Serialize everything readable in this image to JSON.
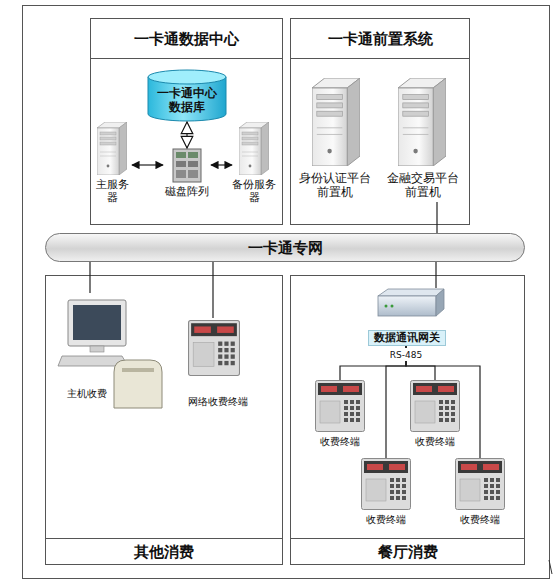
{
  "diagram": {
    "nodes": [
      {
        "text": [
          "一卡通数据中心"
        ]
      },
      {
        "text": [
          "一卡通中心数据库"
        ],
        "in": 0
      },
      {
        "text": [
          "主服务器"
        ],
        "in": 0
      },
      {
        "text": [
          "磁盘阵列"
        ],
        "in": 0
      },
      {
        "text": [
          "备份服务器"
        ],
        "in": 0
      },
      {
        "text": [
          "一卡通前置系统"
        ]
      },
      {
        "text": [
          "身份认证平台前置机"
        ],
        "in": 5
      },
      {
        "text": [
          "金融交易平台前置机"
        ],
        "in": 5
      },
      {
        "text": [
          "一卡通专网"
        ]
      },
      {
        "text": [
          "其他消费"
        ]
      },
      {
        "text": [
          "主机收费"
        ],
        "in": 9
      },
      {
        "text": [
          "网络收费终端"
        ],
        "in": 9
      },
      {
        "text": [
          "餐厅消费"
        ]
      },
      {
        "text": [
          "数据通讯网关"
        ],
        "in": 12
      },
      {
        "text": [
          "收费终端"
        ],
        "in": 12
      },
      {
        "text": [
          "收费终端"
        ],
        "in": 12
      },
      {
        "text": [
          "收费终端"
        ],
        "in": 12
      },
      {
        "text": [
          "收费终端"
        ],
        "in": 12
      }
    ],
    "edges": [
      {
        "from": 2,
        "to": 3,
        "arrow": "both"
      },
      {
        "from": 3,
        "to": 4,
        "arrow": "both"
      },
      {
        "from": 1,
        "to": 3,
        "arrow": "both"
      },
      {
        "from": 7,
        "to": 8,
        "arrow": "none"
      },
      {
        "from": 8,
        "to": 10,
        "arrow": "none"
      },
      {
        "from": 8,
        "to": 11,
        "arrow": "none"
      },
      {
        "from": 8,
        "to": 13,
        "arrow": "none"
      },
      {
        "from": 13,
        "to": 14,
        "arrow": "none"
      },
      {
        "from": 13,
        "to": 15,
        "arrow": "none"
      },
      {
        "from": 13,
        "to": 16,
        "arrow": "none"
      },
      {
        "from": 13,
        "to": 17,
        "arrow": "none"
      }
    ],
    "labels": [
      "RS-485"
    ]
  }
}
